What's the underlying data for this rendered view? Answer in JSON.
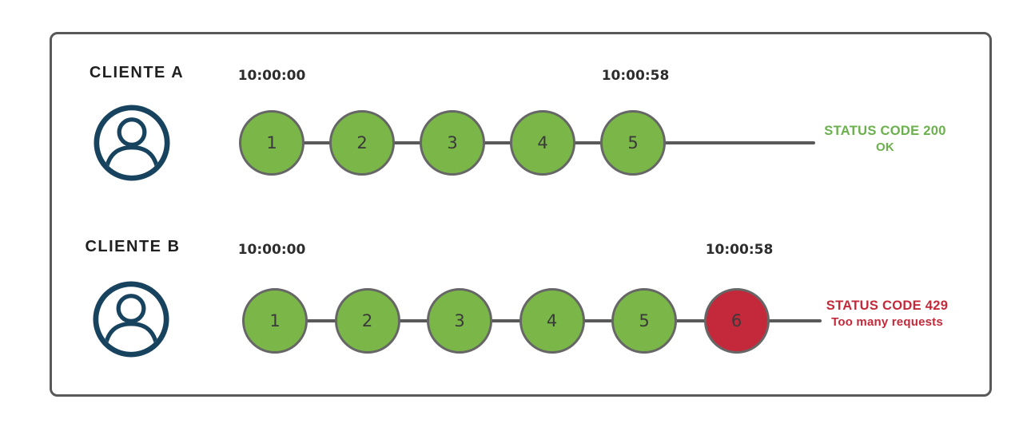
{
  "colors": {
    "frame_border": "#595959",
    "timeline_line": "#595959",
    "circle_border": "#666666",
    "circle_green": "#7ab648",
    "circle_red": "#c3293b",
    "status_green": "#6ab04c",
    "status_red": "#c4293a",
    "client_icon_navy": "#17435f",
    "text_dark": "#2b2b2b"
  },
  "rows": [
    {
      "client_label": "CLIENTE A",
      "start_time": "10:00:00",
      "end_time": "10:00:58",
      "requests": [
        {
          "label": "1",
          "status": "ok"
        },
        {
          "label": "2",
          "status": "ok"
        },
        {
          "label": "3",
          "status": "ok"
        },
        {
          "label": "4",
          "status": "ok"
        },
        {
          "label": "5",
          "status": "ok"
        }
      ],
      "status_line1": "STATUS CODE 200",
      "status_line2": "OK",
      "status_type": "success"
    },
    {
      "client_label": "CLIENTE B",
      "start_time": "10:00:00",
      "end_time": "10:00:58",
      "requests": [
        {
          "label": "1",
          "status": "ok"
        },
        {
          "label": "2",
          "status": "ok"
        },
        {
          "label": "3",
          "status": "ok"
        },
        {
          "label": "4",
          "status": "ok"
        },
        {
          "label": "5",
          "status": "ok"
        },
        {
          "label": "6",
          "status": "error"
        }
      ],
      "status_line1": "STATUS CODE 429",
      "status_line2": "Too many requests",
      "status_type": "error"
    }
  ]
}
